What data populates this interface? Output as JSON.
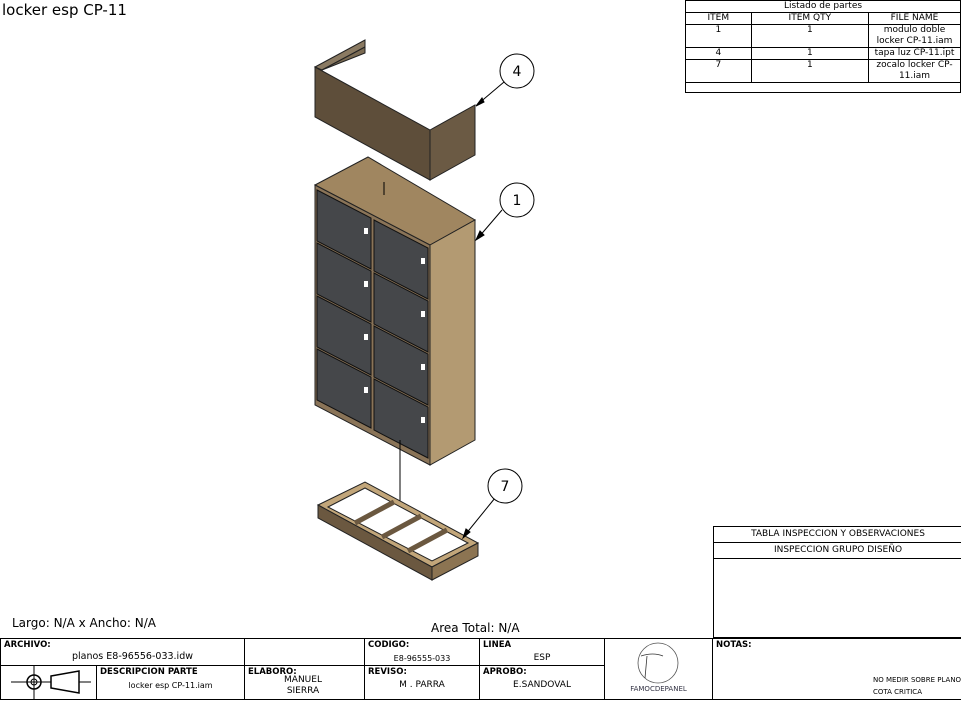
{
  "title": "locker esp  CP-11",
  "parts_list": {
    "caption": "Listado de partes",
    "headers": [
      "ITEM",
      "ITEM QTY",
      "FILE NAME"
    ],
    "rows": [
      {
        "item": "1",
        "qty": "1",
        "file": "modulo doble locker CP-11.iam"
      },
      {
        "item": "4",
        "qty": "1",
        "file": "tapa luz CP-11.ipt"
      },
      {
        "item": "7",
        "qty": "1",
        "file": "zocalo locker CP-11.iam"
      }
    ]
  },
  "balloons": [
    "4",
    "1",
    "7"
  ],
  "dimensions": {
    "size": "Largo: N/A x Ancho: N/A",
    "area": "Area Total: N/A"
  },
  "inspection": {
    "title": "TABLA INSPECCION Y OBSERVACIONES",
    "subtitle": "INSPECCION GRUPO DISEÑO"
  },
  "title_block": {
    "archivo_label": "ARCHIVO:",
    "archivo": "planos  E8-96556-033.idw",
    "codigo_label": "CODIGO:",
    "codigo": "E8-96555-033",
    "linea_label": "LINEA",
    "linea": "ESP",
    "descripcion_label": "DESCRIPCION PARTE",
    "descripcion": "locker esp CP-11.iam",
    "elaboro_label": "ELABORO:",
    "elaboro": "MANUEL SIERRA",
    "reviso_label": "REVISO:",
    "reviso": "M . PARRA",
    "aprobo_label": "APROBO:",
    "aprobo": "E.SANDOVAL",
    "logo": "FAMOCDEPANEL",
    "notas_label": "NOTAS:",
    "note1": "NO MEDIR SOBRE PLANO",
    "note2": "COTA CRITICA"
  }
}
